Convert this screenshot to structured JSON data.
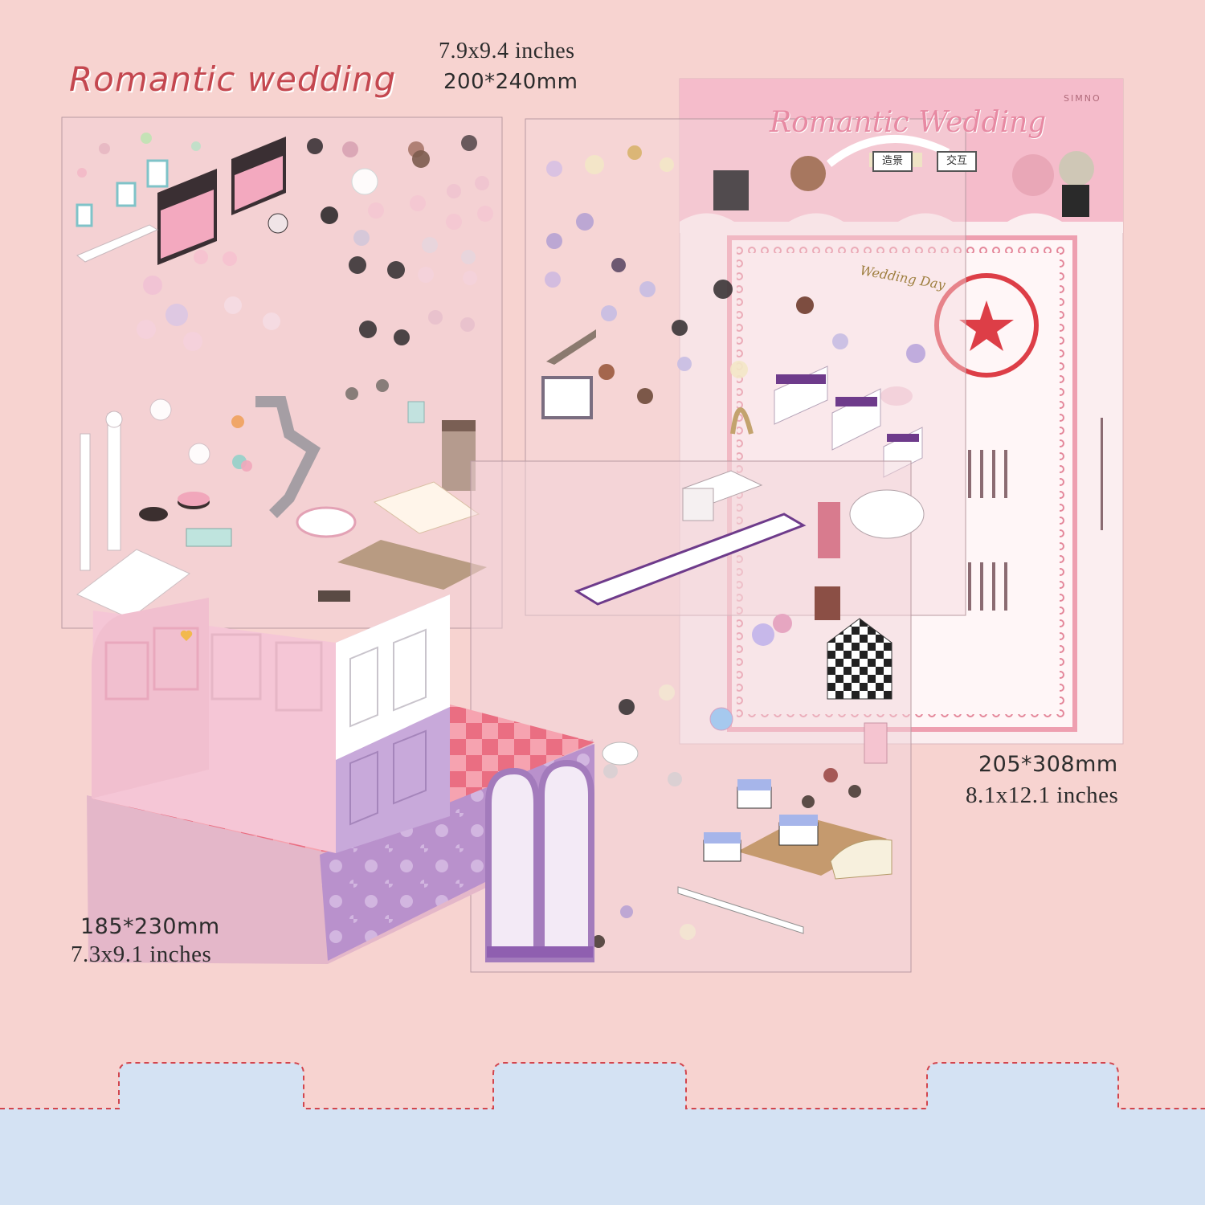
{
  "title": "Romantic wedding",
  "sizes": {
    "sheet_a_in": "7.9x9.4 inches",
    "sheet_a_mm": "200*240mm",
    "sheet_b_mm": "205*308mm",
    "sheet_b_in": "8.1x12.1 inches",
    "sheet_c_mm": "185*230mm",
    "sheet_c_in": "7.3x9.1 inches"
  },
  "package": {
    "brand": "SIMNO",
    "title": "Romantic Wedding",
    "tag_left": "造景",
    "tag_right": "交互",
    "certificate_caption": "Wedding Day"
  },
  "colors": {
    "background": "#f7d3d0",
    "title": "#c4474f",
    "bottom_blue": "#d4e2f3",
    "dash_red": "#d2454d"
  }
}
